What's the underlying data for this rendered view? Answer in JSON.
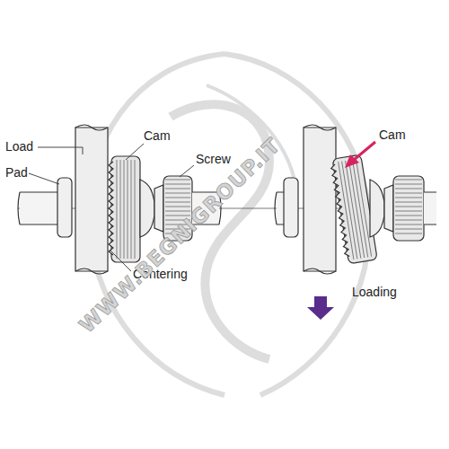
{
  "diagram": {
    "labels": [
      "Load",
      "Pad",
      "Cam",
      "Screw",
      "Centering",
      "Cam",
      "Loading",
      "WWW.BEGNIGROUP.IT"
    ]
  }
}
